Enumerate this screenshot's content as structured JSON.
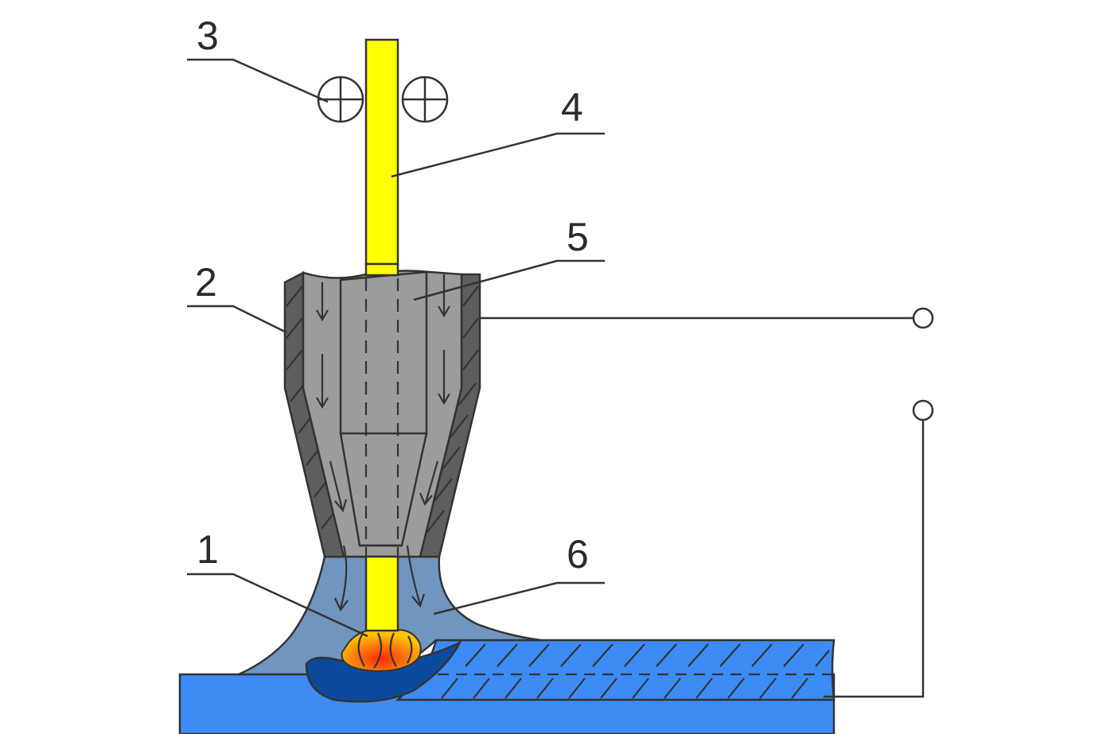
{
  "labels": [
    {
      "id": "arc-zone",
      "text": "1"
    },
    {
      "id": "nozzle",
      "text": "2"
    },
    {
      "id": "feed-rollers",
      "text": "3"
    },
    {
      "id": "wire",
      "text": "4"
    },
    {
      "id": "contact-tip",
      "text": "5"
    },
    {
      "id": "shielding-gas",
      "text": "6"
    }
  ],
  "colors": {
    "wire": "#ffff00",
    "nozzle": "#5e5e5e",
    "contact_tip": "#9c9c9c",
    "gas": "#7096bf",
    "workpiece": "#3d8cf5",
    "weld_pool": "#0b4a9b",
    "arc": "#ff8a1a",
    "outline": "#333333"
  }
}
